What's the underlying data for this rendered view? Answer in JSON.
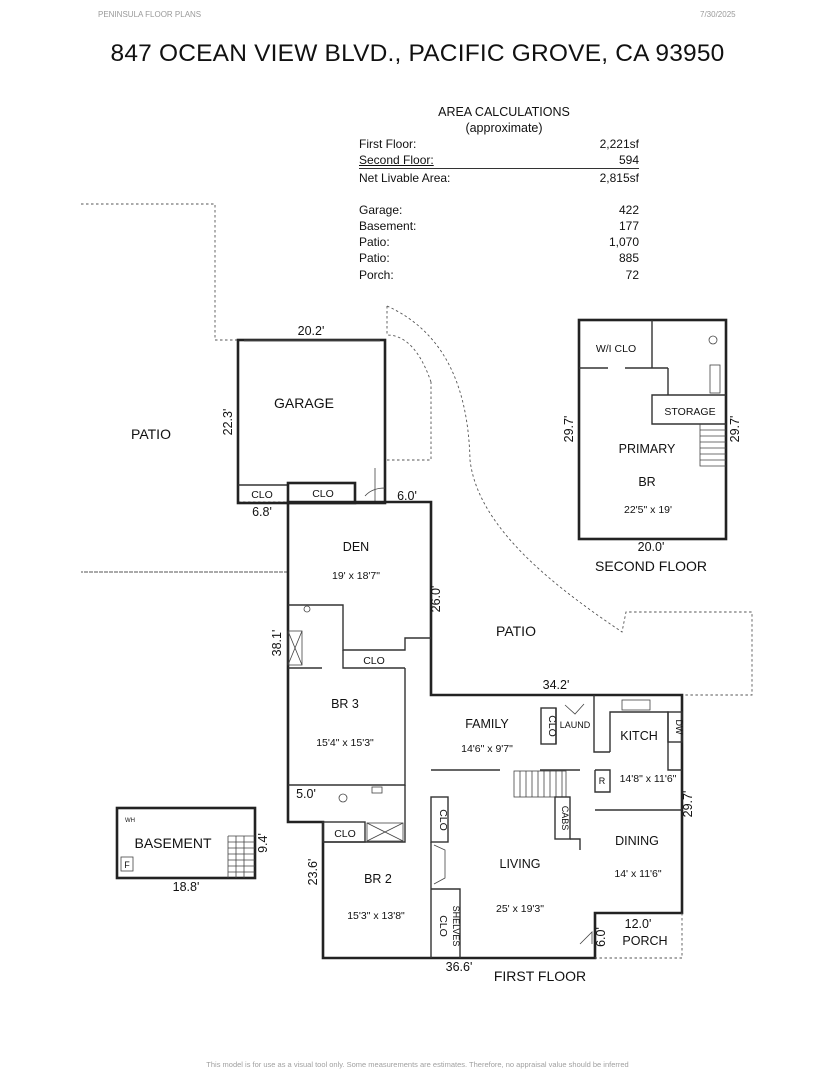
{
  "header": {
    "company": "PENINSULA FLOOR PLANS",
    "date": "7/30/2025",
    "address": "847 OCEAN VIEW BLVD., PACIFIC GROVE, CA  93950"
  },
  "area": {
    "title": "AREA CALCULATIONS",
    "subtitle": "(approximate)",
    "rows": [
      {
        "label": "First  Floor:",
        "value": "2,221sf"
      },
      {
        "label": "Second Floor:",
        "value": "594"
      },
      {
        "label": "Net Livable Area:",
        "value": "2,815sf"
      },
      {
        "label": "Garage:",
        "value": "422"
      },
      {
        "label": "Basement:",
        "value": "177"
      },
      {
        "label": "Patio:",
        "value": "1,070"
      },
      {
        "label": "Patio:",
        "value": "885"
      },
      {
        "label": "Porch:",
        "value": "72"
      }
    ]
  },
  "plan": {
    "patio_west": "PATIO",
    "patio_east": "PATIO",
    "garage": {
      "name": "GARAGE",
      "width": "20.2'",
      "depth": "22.3'"
    },
    "clo_garage_1": "CLO",
    "clo_garage_2": "CLO",
    "dim_6_8": "6.8'",
    "dim_6_0_entry": "6.0'",
    "den": {
      "name": "DEN",
      "size": "19' x 18'7\""
    },
    "dim_26_0": "26.0'",
    "dim_38_1": "38.1'",
    "clo_den": "CLO",
    "br3": {
      "name": "BR 3",
      "size": "15'4\" x 15'3\""
    },
    "dim_34_2": "34.2'",
    "family": {
      "name": "FAMILY",
      "size": "14'6\" x 9'7\""
    },
    "clo_family": "CLO",
    "laund": "LAUND",
    "kitchen": {
      "name": "KITCH",
      "size": "14'8\" x 11'6\""
    },
    "dw": "DW",
    "fridge": "R",
    "dim_29_7_first": "29.7'",
    "cabs": "CABS",
    "dining": {
      "name": "DINING",
      "size": "14' x 11'6\""
    },
    "dim_5_0": "5.0'",
    "clo_hall": "CLO",
    "clo_br2": "CLO",
    "living": {
      "name": "LIVING",
      "size": "25' x 19'3\""
    },
    "br2": {
      "name": "BR 2",
      "size": "15'3\" x 13'8\""
    },
    "dim_23_6": "23.6'",
    "clo_living": "CLO",
    "shelves": "SHELVES",
    "dim_12_0": "12.0'",
    "dim_6_0_porch": "6.0'",
    "porch": "PORCH",
    "dim_36_6": "36.6'",
    "first_floor": "FIRST FLOOR",
    "basement": {
      "name": "BASEMENT",
      "depth": "9.4'",
      "width": "18.8'",
      "wh": "WH",
      "furnace": "F"
    },
    "second": {
      "wic": "W/I CLO",
      "storage": "STORAGE",
      "primary": "PRIMARY",
      "br": "BR",
      "size": "22'5\" x 19'",
      "dim_left": "29.7'",
      "dim_right": "29.7'",
      "width": "20.0'",
      "label": "SECOND FLOOR"
    }
  },
  "footer": "This model is for use as a visual tool only. Some measurements are estimates. Therefore, no appraisal value should be inferred"
}
